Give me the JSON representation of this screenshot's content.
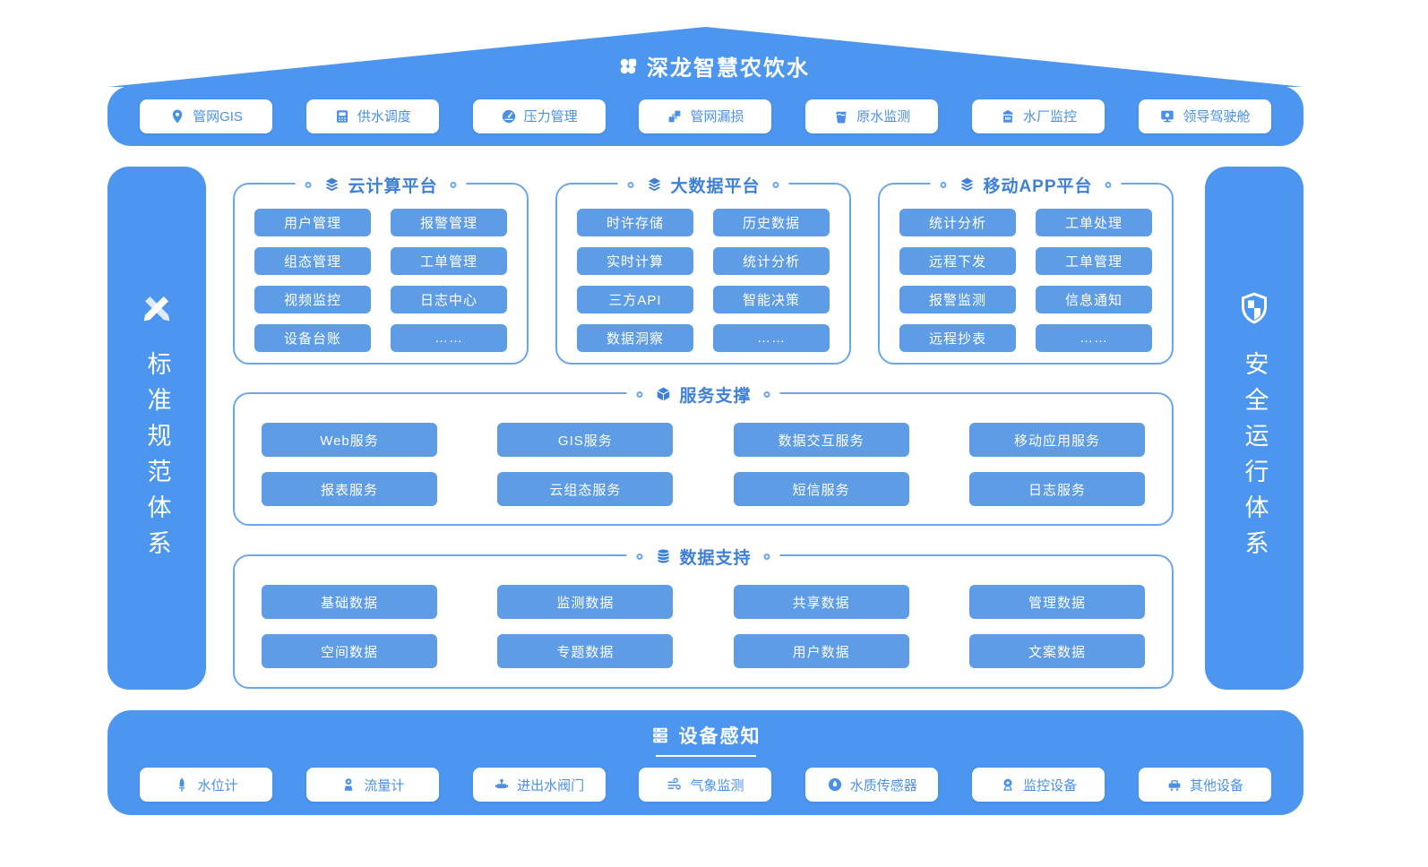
{
  "colors": {
    "bar_blue": "#4C96F0",
    "chip_blue": "#5E9DE6",
    "outline_blue": "#6BA6EC",
    "heading_blue": "#3E7FD8",
    "button_text_blue": "#4A90E8"
  },
  "brand": {
    "title": "深龙智慧农饮水",
    "logo_icon": "clover-icon"
  },
  "top_bar": {
    "items": [
      {
        "label": "管网GIS",
        "icon": "map-pin-icon"
      },
      {
        "label": "供水调度",
        "icon": "control-panel-icon"
      },
      {
        "label": "压力管理",
        "icon": "gauge-icon"
      },
      {
        "label": "管网漏损",
        "icon": "pipe-blocks-icon"
      },
      {
        "label": "原水监测",
        "icon": "water-tank-icon"
      },
      {
        "label": "水厂监控",
        "icon": "water-plant-icon"
      },
      {
        "label": "领导驾驶舱",
        "icon": "dashboard-monitor-icon"
      }
    ]
  },
  "left_pillar": {
    "label": "标准规范体系",
    "icon": "ruler-pencil-icon"
  },
  "right_pillar": {
    "label": "安全运行体系",
    "icon": "shield-icon"
  },
  "platforms": [
    {
      "title": "云计算平台",
      "icon": "layers-icon",
      "items": [
        "用户管理",
        "报警管理",
        "组态管理",
        "工单管理",
        "视频监控",
        "日志中心",
        "设备台账",
        "……"
      ]
    },
    {
      "title": "大数据平台",
      "icon": "layers-icon",
      "items": [
        "时许存储",
        "历史数据",
        "实时计算",
        "统计分析",
        "三方API",
        "智能决策",
        "数据洞察",
        "……"
      ]
    },
    {
      "title": "移动APP平台",
      "icon": "layers-icon",
      "items": [
        "统计分析",
        "工单处理",
        "远程下发",
        "工单管理",
        "报警监测",
        "信息通知",
        "远程抄表",
        "……"
      ]
    }
  ],
  "services": {
    "title": "服务支撑",
    "icon": "cube-icon",
    "items": [
      "Web服务",
      "GIS服务",
      "数据交互服务",
      "移动应用服务",
      "报表服务",
      "云组态服务",
      "短信服务",
      "日志服务"
    ]
  },
  "data_support": {
    "title": "数据支持",
    "icon": "database-icon",
    "items": [
      "基础数据",
      "监测数据",
      "共享数据",
      "管理数据",
      "空间数据",
      "专题数据",
      "用户数据",
      "文案数据"
    ]
  },
  "device_bar": {
    "title": "设备感知",
    "icon": "server-icon",
    "items": [
      {
        "label": "水位计",
        "icon": "water-level-icon"
      },
      {
        "label": "流量计",
        "icon": "flow-meter-icon"
      },
      {
        "label": "进出水阀门",
        "icon": "valve-icon"
      },
      {
        "label": "气象监测",
        "icon": "weather-icon"
      },
      {
        "label": "水质传感器",
        "icon": "water-quality-icon"
      },
      {
        "label": "监控设备",
        "icon": "camera-icon"
      },
      {
        "label": "其他设备",
        "icon": "other-device-icon"
      }
    ]
  }
}
